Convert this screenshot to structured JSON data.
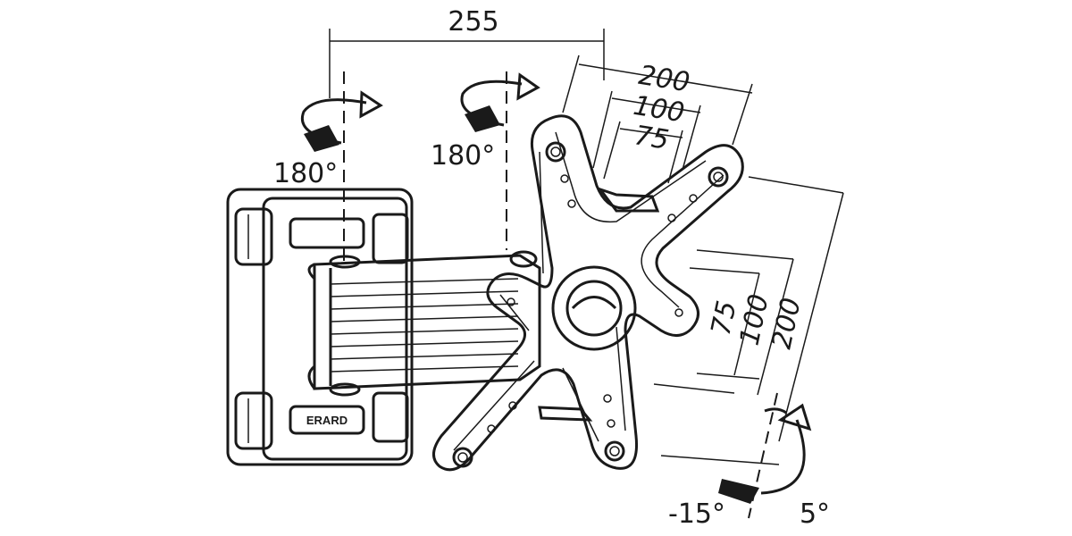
{
  "dimensions": {
    "arm_extension": "255",
    "vesa_horizontal": [
      "200",
      "100",
      "75"
    ],
    "vesa_vertical": [
      "75",
      "100",
      "200"
    ]
  },
  "rotations": {
    "wall_swivel": "180°",
    "arm_swivel": "180°"
  },
  "tilt": {
    "down": "-15°",
    "up": "5°"
  },
  "brand": "ERARD"
}
